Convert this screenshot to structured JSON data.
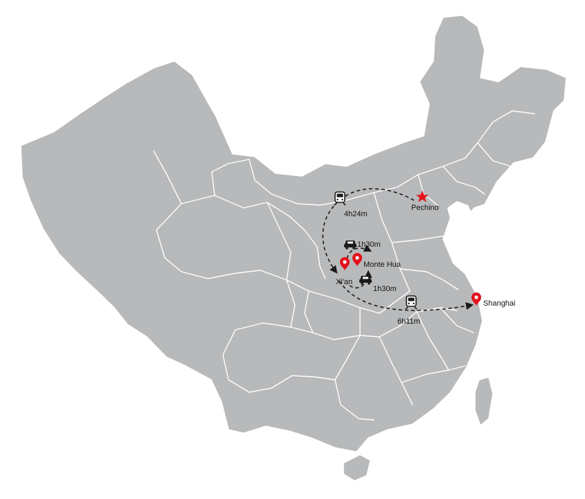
{
  "colors": {
    "land": "#b7b9bb",
    "border": "#ffffff",
    "route": "#1a1a1a",
    "marker": "#e3121b",
    "text": "#111111"
  },
  "cities": {
    "beijing": {
      "label": "Pechino",
      "icon": "star-icon"
    },
    "xian": {
      "label": "Xi'an",
      "icon": "map-pin-icon"
    },
    "huashan": {
      "label": "Monte Hua",
      "icon": "map-pin-icon"
    },
    "shanghai": {
      "label": "Shanghai",
      "icon": "map-pin-icon"
    }
  },
  "routes": {
    "beijing_xian": {
      "duration": "4h24m",
      "mode": "train-icon"
    },
    "xian_huashan": {
      "duration": "1h30m",
      "mode": "car-icon"
    },
    "huashan_xian": {
      "duration": "1h30m",
      "mode": "car-icon"
    },
    "xian_shanghai": {
      "duration": "6h11m",
      "mode": "train-icon"
    }
  }
}
